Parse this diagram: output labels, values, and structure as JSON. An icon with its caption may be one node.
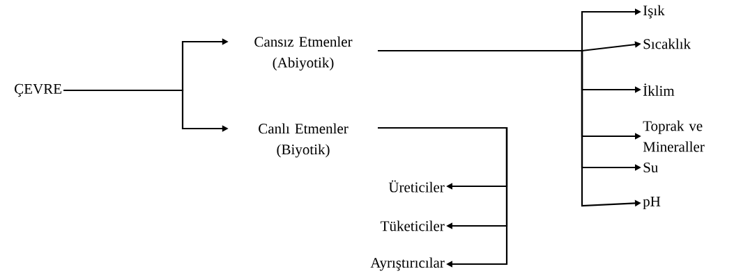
{
  "diagram": {
    "nodes": [
      {
        "text": [
          "ÇEVRE"
        ]
      },
      {
        "text": [
          "Cansız Etmenler (Abiyotik)"
        ]
      },
      {
        "text": [
          "Canlı Etmenler (Biyotik)"
        ]
      },
      {
        "text": [
          "Işık"
        ]
      },
      {
        "text": [
          "Sıcaklık"
        ]
      },
      {
        "text": [
          "İklim"
        ]
      },
      {
        "text": [
          "Toprak ve Mineraller"
        ]
      },
      {
        "text": [
          "Su"
        ]
      },
      {
        "text": [
          "pH"
        ]
      },
      {
        "text": [
          "Üreticiler"
        ]
      },
      {
        "text": [
          "Tüketiciler"
        ]
      },
      {
        "text": [
          "Ayrıştırıcılar"
        ]
      }
    ],
    "edges": [
      {
        "from": 0,
        "to": 1,
        "arrow": "to"
      },
      {
        "from": 0,
        "to": 2,
        "arrow": "to"
      },
      {
        "from": 1,
        "to": 3,
        "arrow": "to"
      },
      {
        "from": 1,
        "to": 4,
        "arrow": "to"
      },
      {
        "from": 1,
        "to": 5,
        "arrow": "to"
      },
      {
        "from": 1,
        "to": 6,
        "arrow": "to"
      },
      {
        "from": 1,
        "to": 7,
        "arrow": "to"
      },
      {
        "from": 1,
        "to": 8,
        "arrow": "to"
      },
      {
        "from": 2,
        "to": 9,
        "arrow": "to"
      },
      {
        "from": 2,
        "to": 10,
        "arrow": "to"
      },
      {
        "from": 2,
        "to": 11,
        "arrow": "to"
      }
    ]
  }
}
